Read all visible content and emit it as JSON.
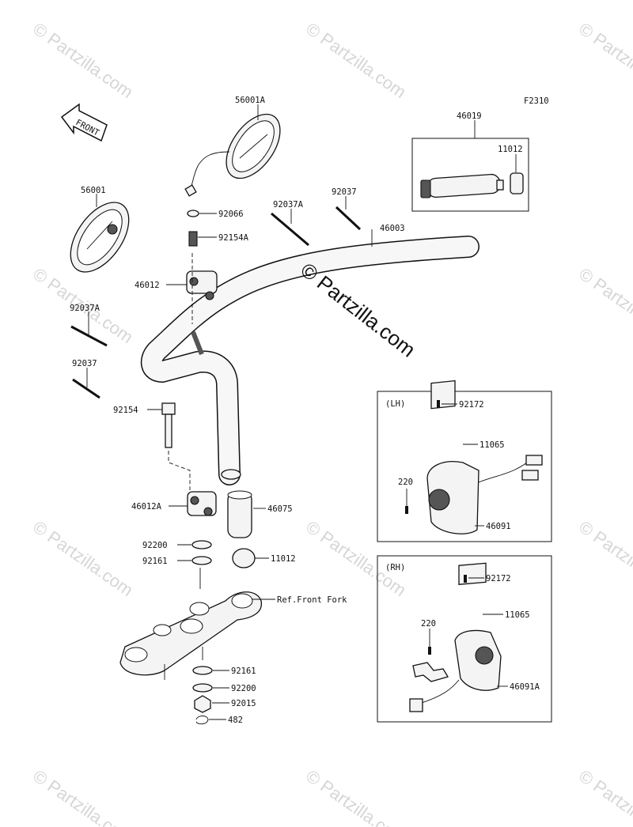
{
  "figure_code": "F2310",
  "front_arrow_label": "FRONT",
  "watermark_small": "© Partzilla.com",
  "watermark_main": "© Partzilla.com",
  "reference_note": "Ref.Front Fork",
  "inset_lh": {
    "title": "(LH)",
    "parts": [
      "92172",
      "11065",
      "220",
      "46091"
    ]
  },
  "inset_rh": {
    "title": "(RH)",
    "parts": [
      "92172",
      "11065",
      "220",
      "46091A"
    ]
  },
  "grip_box_parts": [
    "46019",
    "11012"
  ],
  "callouts": [
    "56001A",
    "56001",
    "92066",
    "92154A",
    "92037A",
    "92037",
    "46003",
    "46012",
    "92037A",
    "92037",
    "92154",
    "46012A",
    "46075",
    "92200",
    "92161",
    "11012",
    "92161",
    "92200",
    "92015",
    "482"
  ]
}
